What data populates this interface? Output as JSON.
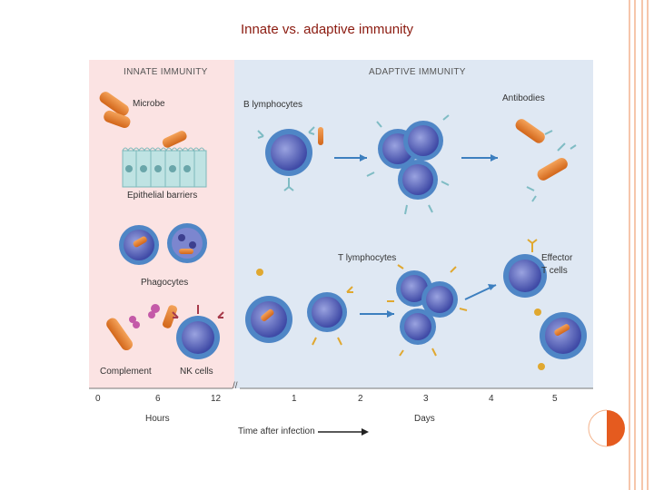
{
  "slide": {
    "title": "Innate vs. adaptive immunity"
  },
  "figure": {
    "innate_header": "INNATE IMMUNITY",
    "adaptive_header": "ADAPTIVE IMMUNITY",
    "labels": {
      "microbe": "Microbe",
      "epithelial": "Epithelial barriers",
      "phagocytes": "Phagocytes",
      "complement": "Complement",
      "nk": "NK cells",
      "b_lymph": "B lymphocytes",
      "antibodies": "Antibodies",
      "t_lymph": "T lymphocytes",
      "effector_1": "Effector",
      "effector_2": "T cells"
    },
    "axis": {
      "hours_ticks": [
        "0",
        "6",
        "12"
      ],
      "days_ticks": [
        "1",
        "2",
        "3",
        "4",
        "5"
      ],
      "hours_label": "Hours",
      "days_label": "Days",
      "break": "//",
      "time_label": "Time after infection"
    }
  },
  "colors": {
    "title": "#8b1a0f",
    "accent": "#f4b48d",
    "innate_bg": "#fbe3e3",
    "adaptive_bg": "#dfe8f3",
    "microbe": "#e87d2a",
    "cell": "#5b63b8"
  }
}
